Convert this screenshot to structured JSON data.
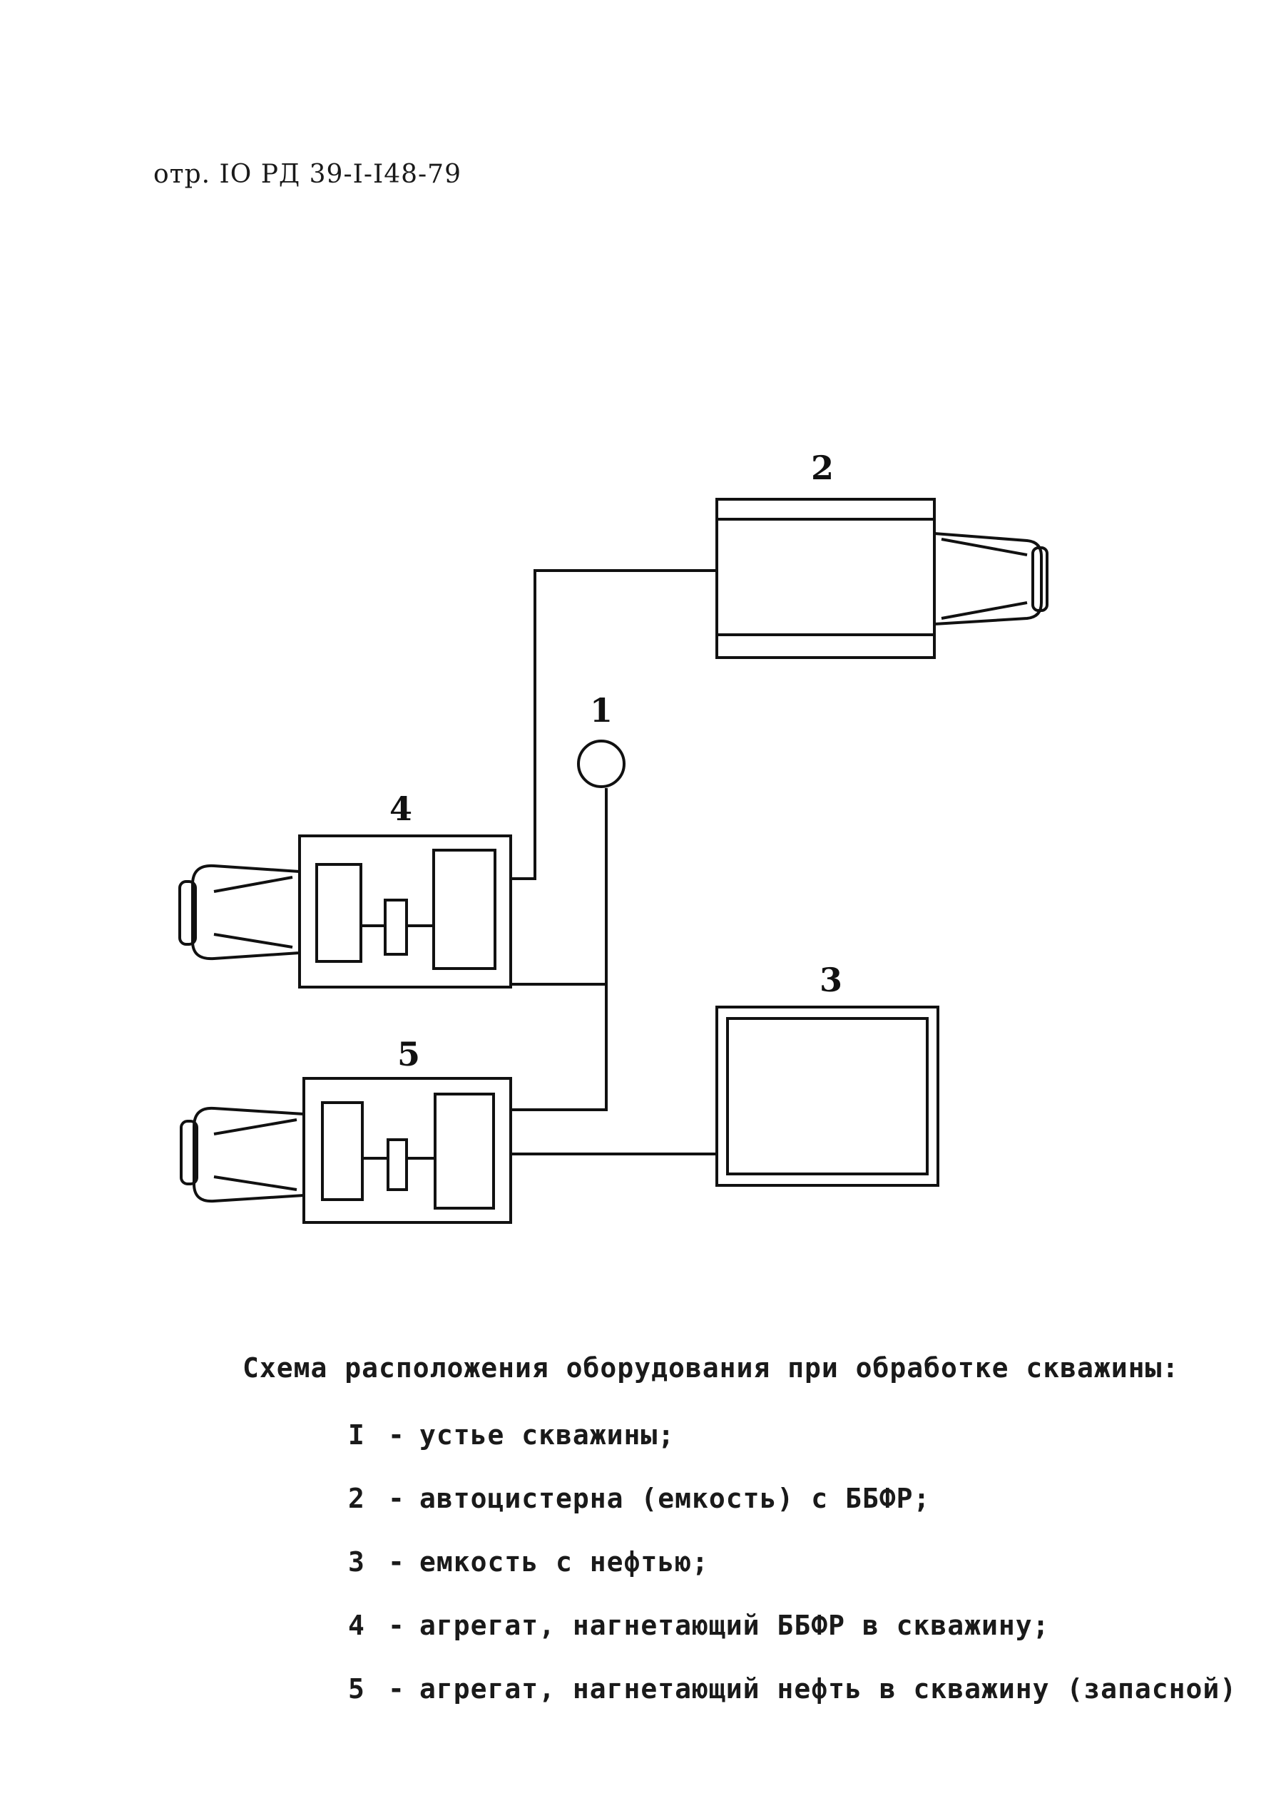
{
  "header": {
    "page_ref": "отр. IO РД 39-I-I48-79"
  },
  "diagram": {
    "labels": {
      "wellhead": "1",
      "tanker": "2",
      "oil_tank": "3",
      "pump_unit_4": "4",
      "pump_unit_5": "5"
    }
  },
  "caption": "Схема расположения оборудования при обработке скважины:",
  "legend": [
    {
      "num": "I",
      "dash": "-",
      "text": "устье скважины;"
    },
    {
      "num": "2",
      "dash": "-",
      "text": "автоцистерна (емкость) с ББФР;"
    },
    {
      "num": "3",
      "dash": "-",
      "text": "емкость с нефтью;"
    },
    {
      "num": "4",
      "dash": "-",
      "text": "агрегат, нагнетающий ББФР в скважину;"
    },
    {
      "num": "5",
      "dash": "-",
      "text": "агрегат, нагнетающий нефть в скважину (запасной)"
    }
  ]
}
